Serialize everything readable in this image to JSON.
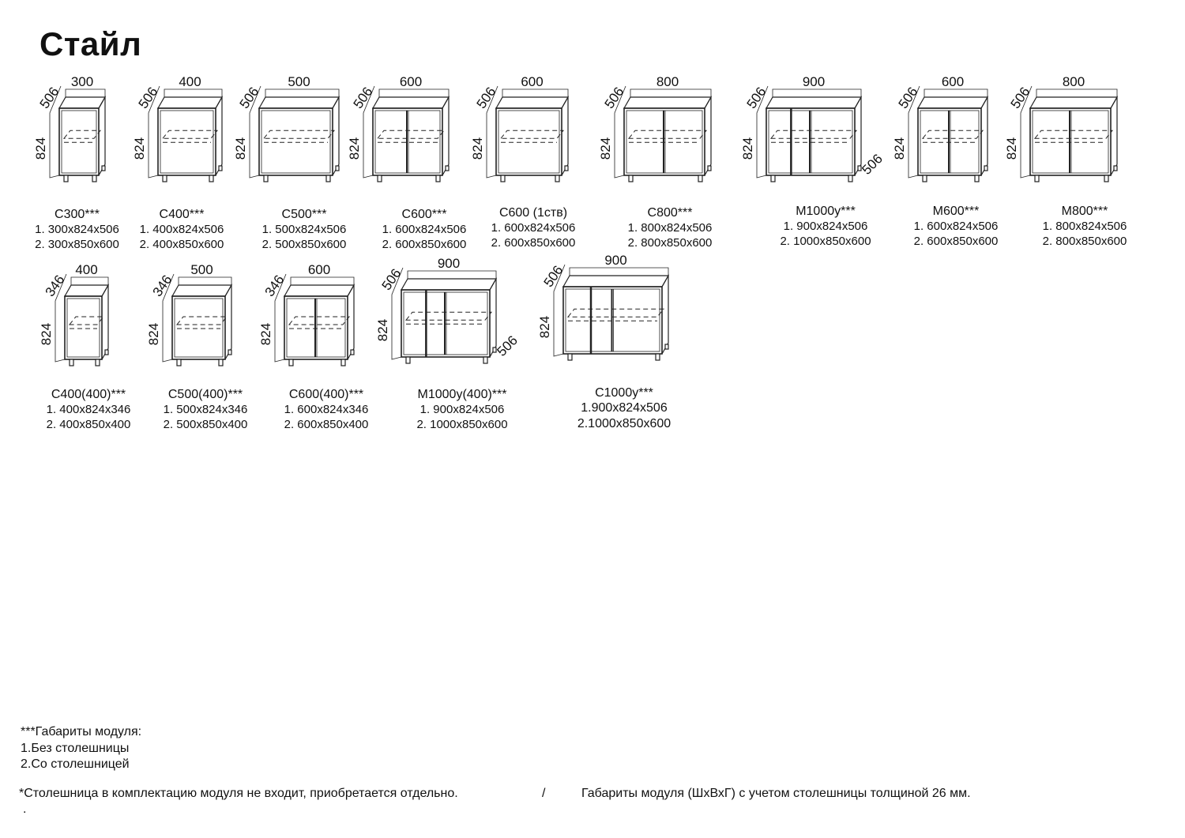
{
  "title": "Стайл",
  "row1": [
    {
      "name": "С300***",
      "dim1": "1. 300x824x506",
      "dim2": "2. 300x850x600",
      "w": "300",
      "d": "506",
      "h": "824",
      "type": "single"
    },
    {
      "name": "С400***",
      "dim1": "1. 400x824x506",
      "dim2": "2. 400x850x600",
      "w": "400",
      "d": "506",
      "h": "824",
      "type": "single"
    },
    {
      "name": "С500***",
      "dim1": "1. 500x824x506",
      "dim2": "2. 500x850x600",
      "w": "500",
      "d": "506",
      "h": "824",
      "type": "single"
    },
    {
      "name": "С600***",
      "dim1": "1. 600x824x506",
      "dim2": "2. 600x850x600",
      "w": "600",
      "d": "506",
      "h": "824",
      "type": "double"
    },
    {
      "name": "С600 (1ств)",
      "dim1": "1. 600x824x506",
      "dim2": "2. 600x850x600",
      "w": "600",
      "d": "506",
      "h": "824",
      "type": "single"
    },
    {
      "name": "С800***",
      "dim1": "1. 800x824x506",
      "dim2": "2. 800x850x600",
      "w": "800",
      "d": "506",
      "h": "824",
      "type": "double"
    },
    {
      "name": "М1000у***",
      "dim1": "1. 900x824x506",
      "dim2": "2. 1000x850x600",
      "w": "900",
      "d": "506",
      "h": "824",
      "d2": "506",
      "type": "corner"
    },
    {
      "name": "М600***",
      "dim1": "1. 600x824x506",
      "dim2": "2. 600x850x600",
      "w": "600",
      "d": "506",
      "h": "824",
      "type": "double"
    },
    {
      "name": "М800***",
      "dim1": "1. 800x824x506",
      "dim2": "2. 800x850x600",
      "w": "800",
      "d": "506",
      "h": "824",
      "type": "double"
    }
  ],
  "row2": [
    {
      "name": "С400(400)***",
      "dim1": "1. 400x824x346",
      "dim2": "2. 400x850x400",
      "w": "400",
      "d": "346",
      "h": "824",
      "type": "single"
    },
    {
      "name": "С500(400)***",
      "dim1": "1. 500x824x346",
      "dim2": "2. 500x850x400",
      "w": "500",
      "d": "346",
      "h": "824",
      "type": "single"
    },
    {
      "name": "С600(400)***",
      "dim1": "1. 600x824x346",
      "dim2": "2. 600x850x400",
      "w": "600",
      "d": "346",
      "h": "824",
      "type": "double"
    },
    {
      "name": "М1000у(400)***",
      "dim1": "1. 900x824x506",
      "dim2": "2. 1000x850x600",
      "w": "900",
      "d": "506",
      "h": "824",
      "d2": "506",
      "type": "corner"
    },
    {
      "name": "С1000у***",
      "dim1": "1.900x824x506",
      "dim2": "2.1000x850x600",
      "w": "900",
      "d": "506",
      "h": "824",
      "type": "corner2"
    }
  ],
  "footnote": {
    "line1": "***Габариты модуля:",
    "line2": "1.Без столешницы",
    "line3": "2.Со столешницей",
    "note_left": "*Столешница в комплектацию модуля не входит, приобретается отдельно.",
    "separator": "/",
    "note_right": "Габариты модуля (ШхВхГ) с учетом столешницы толщиной 26 мм.",
    "dot": "."
  }
}
